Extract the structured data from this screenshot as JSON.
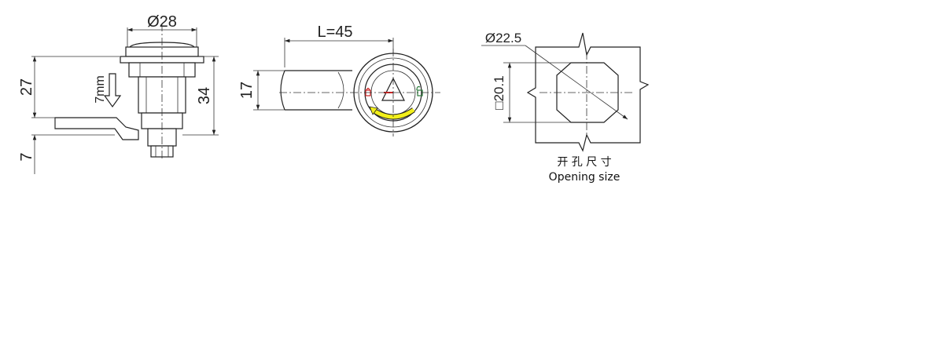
{
  "views": {
    "side": {
      "flange_diameter": "Ø28",
      "height_upper": "27",
      "height_lower": "7",
      "height_total": "34",
      "stroke_note": "7mm"
    },
    "front": {
      "cam_length": "L=45",
      "cam_width": "17"
    },
    "cutout": {
      "hole_diameter": "Ø22.5",
      "flat_width": "□20.1",
      "caption_cn": "开 孔 尺 寸",
      "caption_en": "Opening size"
    }
  },
  "colors": {
    "lock_mark": "#cc2222",
    "unlock_mark": "#2a7a3a",
    "arrow_arc": "#f2ef1a",
    "line": "#222222"
  }
}
